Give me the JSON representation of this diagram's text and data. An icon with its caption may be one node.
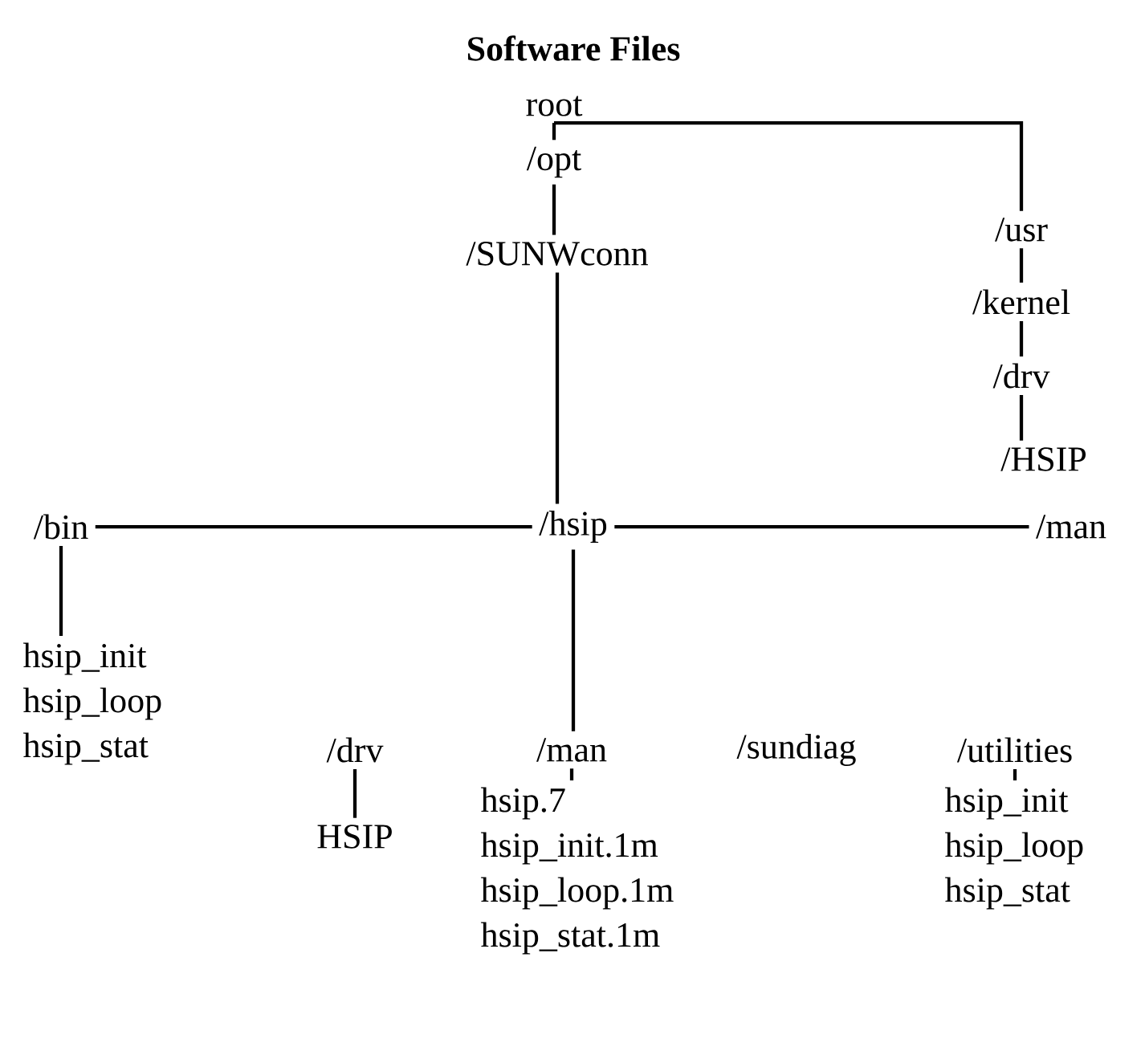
{
  "diagram": {
    "title": "Software Files",
    "nodes": [
      {
        "text": [
          "root"
        ]
      },
      {
        "text": [
          "/opt"
        ]
      },
      {
        "text": [
          "/SUNWconn"
        ]
      },
      {
        "text": [
          "/usr"
        ]
      },
      {
        "text": [
          "/kernel"
        ]
      },
      {
        "text": [
          "/drv"
        ]
      },
      {
        "text": [
          "/HSIP"
        ]
      },
      {
        "text": [
          "/bin"
        ]
      },
      {
        "text": [
          "/hsip"
        ]
      },
      {
        "text": [
          "/man"
        ]
      },
      {
        "text": [
          "hsip_init",
          "hsip_loop",
          "hsip_stat"
        ]
      },
      {
        "text": [
          "/drv"
        ]
      },
      {
        "text": [
          "HSIP"
        ]
      },
      {
        "text": [
          "/man"
        ]
      },
      {
        "text": [
          "hsip.7",
          "hsip_init.1m",
          "hsip_loop.1m",
          "hsip_stat.1m"
        ]
      },
      {
        "text": [
          "/sundiag"
        ]
      },
      {
        "text": [
          "/utilities"
        ]
      },
      {
        "text": [
          "hsip_init",
          "hsip_loop",
          "hsip_stat"
        ]
      }
    ],
    "edges": [
      {
        "from": 0,
        "to": 1,
        "arrow": "none"
      },
      {
        "from": 0,
        "to": 3,
        "arrow": "none"
      },
      {
        "from": 1,
        "to": 2,
        "arrow": "none"
      },
      {
        "from": 2,
        "to": 8,
        "arrow": "none"
      },
      {
        "from": 3,
        "to": 4,
        "arrow": "none"
      },
      {
        "from": 4,
        "to": 5,
        "arrow": "none"
      },
      {
        "from": 5,
        "to": 6,
        "arrow": "none"
      },
      {
        "from": 7,
        "to": 8,
        "arrow": "none"
      },
      {
        "from": 8,
        "to": 9,
        "arrow": "none"
      },
      {
        "from": 7,
        "to": 10,
        "arrow": "none"
      },
      {
        "from": 8,
        "to": 13,
        "arrow": "none"
      },
      {
        "from": 11,
        "to": 12,
        "arrow": "none"
      },
      {
        "from": 13,
        "to": 14,
        "arrow": "none"
      },
      {
        "from": 16,
        "to": 17,
        "arrow": "none"
      }
    ]
  }
}
